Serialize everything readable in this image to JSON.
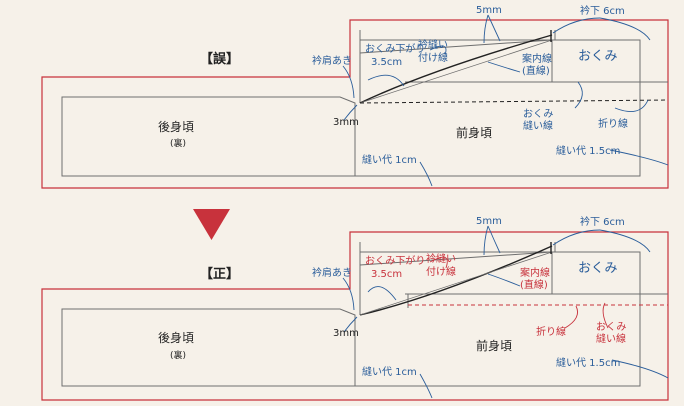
{
  "colors": {
    "background": "#f6f1e9",
    "outline_red": "#c8323c",
    "line_gray": "#6e6e6e",
    "annotation_blue": "#2a5d9a",
    "annotation_red": "#c8323c",
    "stitch": "#222222"
  },
  "wrong": {
    "heading": "【誤】",
    "labels": {
      "erikata_aki": "衿肩あき",
      "okumi_sagari": "おくみ下がり",
      "okumi_sagari_value": "3.5cm",
      "eri_nui_1": "衿縫い",
      "eri_nui_2": "付け線",
      "five_mm": "5mm",
      "eri_shita": "衿下 6cm",
      "annai_1": "案内線",
      "annai_2": "(直線)",
      "okumi": "おくみ",
      "okumi_nui_1": "おくみ",
      "okumi_nui_2": "縫い線",
      "ori_sen": "折り線",
      "three_mm": "3mm",
      "ushiro_migoro": "後身頃",
      "ura": "(裏)",
      "mae_migoro": "前身頃",
      "nuishiro_1cm": "縫い代 1cm",
      "nuishiro_15cm": "縫い代 1.5cm"
    }
  },
  "correct": {
    "heading": "【正】",
    "labels": {
      "erikata_aki": "衿肩あき",
      "okumi_sagari": "おくみ下がり",
      "okumi_sagari_value": "3.5cm",
      "eri_nui_1": "衿縫い",
      "eri_nui_2": "付け線",
      "five_mm": "5mm",
      "eri_shita": "衿下 6cm",
      "annai_1": "案内線",
      "annai_2": "(直線)",
      "okumi": "おくみ",
      "ori_sen": "折り線",
      "okumi_nui_1": "おくみ",
      "okumi_nui_2": "縫い線",
      "three_mm": "3mm",
      "ushiro_migoro": "後身頃",
      "ura": "(裏)",
      "mae_migoro": "前身頃",
      "nuishiro_1cm": "縫い代 1cm",
      "nuishiro_15cm": "縫い代 1.5cm"
    }
  },
  "arrow_icon": "down-triangle-icon"
}
